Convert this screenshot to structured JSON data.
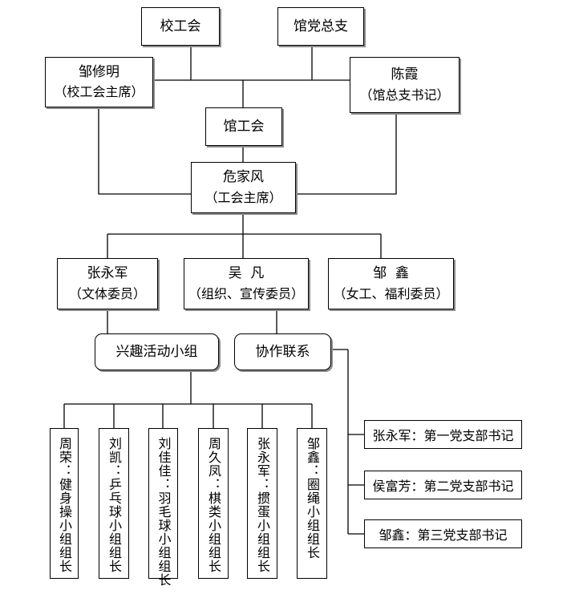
{
  "top": {
    "union_label": "校工会",
    "party_label": "馆党总支"
  },
  "leaders": {
    "zou_name": "邹修明",
    "zou_role": "（校工会主席）",
    "chen_name": "陈霞",
    "chen_role": "（馆总支书记）"
  },
  "library_union": {
    "label": "馆工会"
  },
  "chair": {
    "name": "危家风",
    "role": "（工会主席）"
  },
  "committee": {
    "zhang_name": "张永军",
    "zhang_role": "（文体委员）",
    "wu_name": "吴  凡",
    "wu_role": "（组织、宣传委员）",
    "zouxin_name": "邹  鑫",
    "zouxin_role": "（女工、福利委员）"
  },
  "groups": {
    "interest_label": "兴趣活动小组",
    "coop_label": "协作联系"
  },
  "interest_leaders": [
    "周荣：健身操小组组长",
    "刘凯：乒乓球小组组长",
    "刘佳佳：羽毛球小组组长",
    "周久凤：棋类小组组长",
    "张永军：掼蛋小组组长",
    "邹鑫：圈绳小组组长"
  ],
  "party_secretaries": [
    "张永军：第一党支部书记",
    "侯富芳：第二党支部书记",
    "邹鑫：第三党支部书记"
  ]
}
